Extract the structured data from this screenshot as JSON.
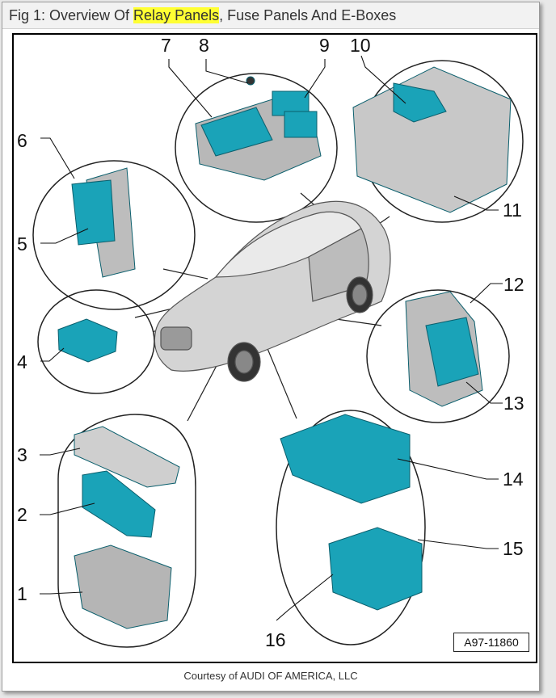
{
  "title": {
    "prefix": "Fig 1: Overview Of ",
    "highlight": "Relay Panels",
    "suffix": ", Fuse Panels And E-Boxes"
  },
  "callouts": [
    "1",
    "2",
    "3",
    "4",
    "5",
    "6",
    "7",
    "8",
    "9",
    "10",
    "11",
    "12",
    "13",
    "14",
    "15",
    "16"
  ],
  "figure_code": "A97-11860",
  "credit": "Courtesy of AUDI OF AMERICA, LLC",
  "colors": {
    "component": "#1aa3b8",
    "component_dark": "#0e7f92",
    "highlight": "#ffff33",
    "outline": "#333333"
  }
}
